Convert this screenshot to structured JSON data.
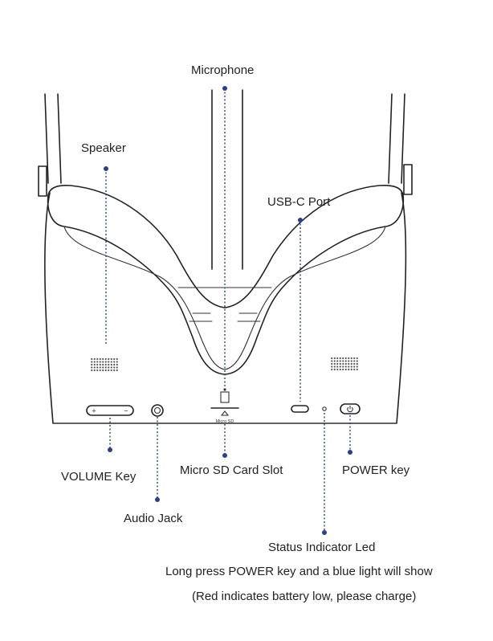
{
  "labels": {
    "microphone": "Microphone",
    "speaker": "Speaker",
    "usb_c_port": "USB-C Port",
    "volume_key": "VOLUME Key",
    "micro_sd_card_slot": "Micro SD Card Slot",
    "power_key": "POWER key",
    "audio_jack": "Audio Jack",
    "status_indicator_led": "Status Indicator Led"
  },
  "device_print": {
    "micro_sd": "Micro SD"
  },
  "notes": {
    "power_hint": "Long press POWER key and a blue light will show",
    "battery_hint": "(Red indicates battery low, please charge)"
  },
  "colors": {
    "leader_line": "#2c3e8f",
    "outline": "#222222"
  }
}
